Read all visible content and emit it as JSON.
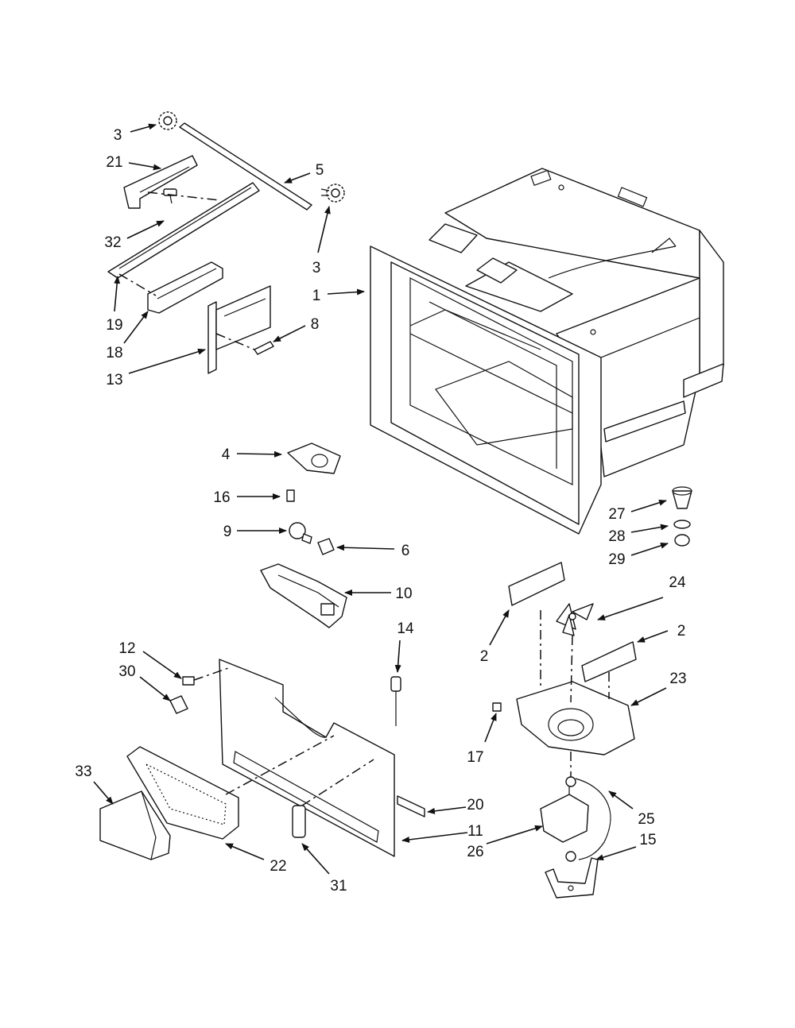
{
  "callouts": [
    {
      "id": "c3a",
      "text": "3"
    },
    {
      "id": "c21",
      "text": "21"
    },
    {
      "id": "c5",
      "text": "5"
    },
    {
      "id": "c32",
      "text": "32"
    },
    {
      "id": "c3b",
      "text": "3"
    },
    {
      "id": "c1",
      "text": "1"
    },
    {
      "id": "c19",
      "text": "19"
    },
    {
      "id": "c18",
      "text": "18"
    },
    {
      "id": "c8",
      "text": "8"
    },
    {
      "id": "c13",
      "text": "13"
    },
    {
      "id": "c4",
      "text": "4"
    },
    {
      "id": "c16",
      "text": "16"
    },
    {
      "id": "c9",
      "text": "9"
    },
    {
      "id": "c6",
      "text": "6"
    },
    {
      "id": "c27",
      "text": "27"
    },
    {
      "id": "c28",
      "text": "28"
    },
    {
      "id": "c29",
      "text": "29"
    },
    {
      "id": "c10",
      "text": "10"
    },
    {
      "id": "c24",
      "text": "24"
    },
    {
      "id": "c2a",
      "text": "2"
    },
    {
      "id": "c2b",
      "text": "2"
    },
    {
      "id": "c14",
      "text": "14"
    },
    {
      "id": "c12",
      "text": "12"
    },
    {
      "id": "c30",
      "text": "30"
    },
    {
      "id": "c23",
      "text": "23"
    },
    {
      "id": "c17",
      "text": "17"
    },
    {
      "id": "c33",
      "text": "33"
    },
    {
      "id": "c20",
      "text": "20"
    },
    {
      "id": "c25",
      "text": "25"
    },
    {
      "id": "c11",
      "text": "11"
    },
    {
      "id": "c26",
      "text": "26"
    },
    {
      "id": "c15",
      "text": "15"
    },
    {
      "id": "c22",
      "text": "22"
    },
    {
      "id": "c31",
      "text": "31"
    }
  ]
}
